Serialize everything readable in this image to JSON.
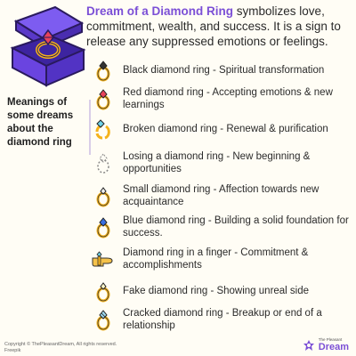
{
  "intro": {
    "highlight": "Dream of a Diamond Ring",
    "rest": " symbolizes love, commitment, wealth, and success. It is a sign to release any suppressed emotions or feelings."
  },
  "left_caption": "Meanings of some dreams about the diamond ring",
  "items": [
    {
      "text": "Black diamond ring - Spiritual transformation",
      "icon": "ring-icon"
    },
    {
      "text": "Red diamond ring - Accepting emotions & new learnings",
      "icon": "ring-icon"
    },
    {
      "text": "Broken diamond ring - Renewal & purification",
      "icon": "broken-ring-icon"
    },
    {
      "text": "Losing a diamond ring - New beginning & opportunities",
      "icon": "dotted-ring-icon"
    },
    {
      "text": "Small diamond ring - Affection towards new acquaintance",
      "icon": "ring-icon"
    },
    {
      "text": "Blue diamond ring - Building a solid foundation for success.",
      "icon": "ring-icon"
    },
    {
      "text": "Diamond ring in a finger - Commitment & accomplishments",
      "icon": "hand-ring-icon"
    },
    {
      "text": "Fake diamond ring - Showing unreal side",
      "icon": "ring-icon"
    },
    {
      "text": "Cracked diamond ring - Breakup or end of a relationship",
      "icon": "ring-icon"
    }
  ],
  "footer": {
    "copyright": "Copyright © ThePleasantDream, All rights reserved.",
    "credit": "Freepik",
    "brand_small": "The Pleasant",
    "brand_big": "Dream"
  },
  "colors": {
    "accent": "#7b4fd6",
    "gold": "#f5b21b",
    "box_purple": "#6a44e0"
  }
}
